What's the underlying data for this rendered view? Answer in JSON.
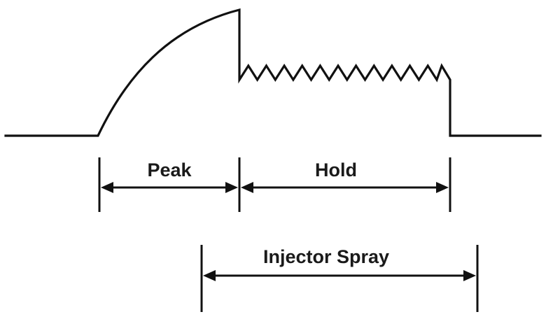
{
  "labels": {
    "peak": "Peak",
    "hold": "Hold",
    "spray": "Injector Spray"
  },
  "colors": {
    "line": "#111111",
    "text": "#1a1a1a",
    "background": "#ffffff"
  }
}
